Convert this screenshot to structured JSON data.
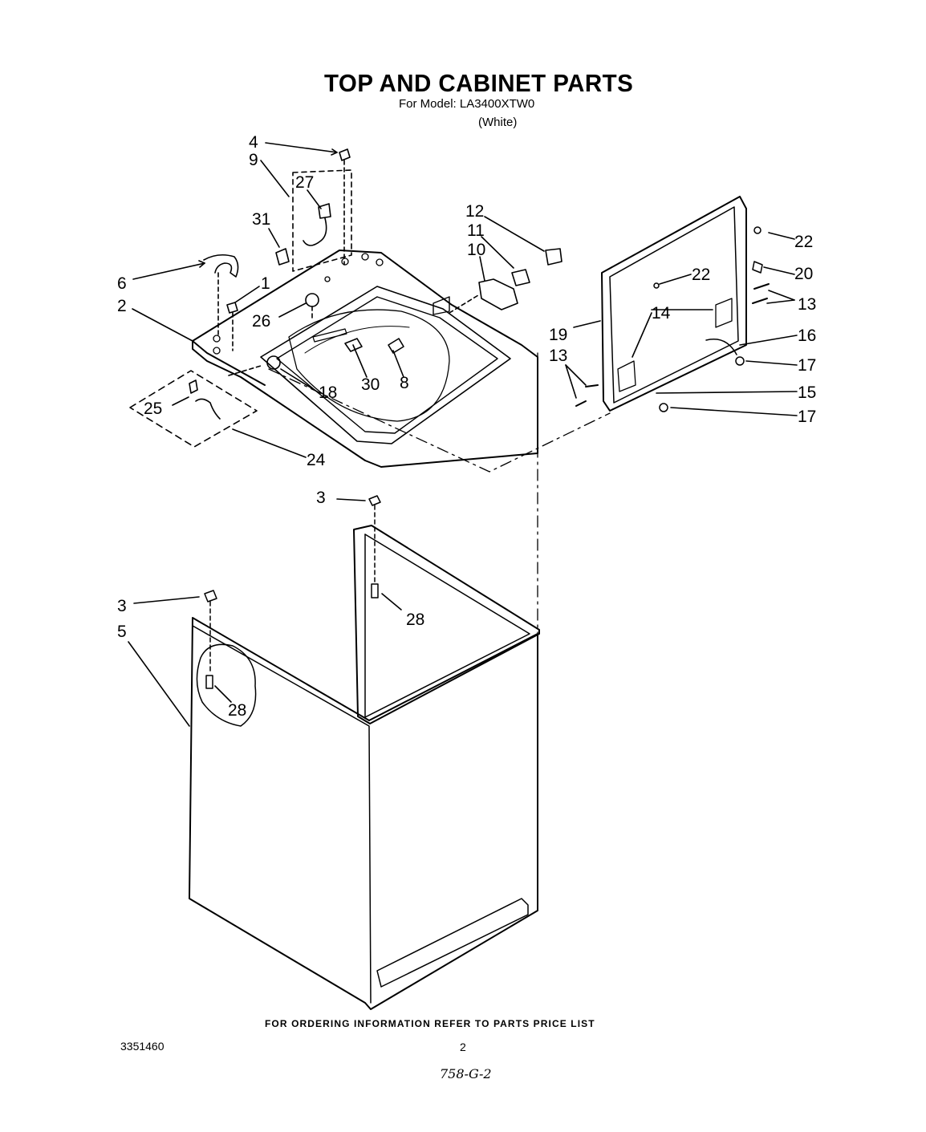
{
  "title": "TOP AND CABINET PARTS",
  "model_line": "For Model: LA3400XTW0",
  "color_line": "(White)",
  "callouts": [
    "4",
    "9",
    "27",
    "31",
    "6",
    "1",
    "2",
    "26",
    "25",
    "18",
    "30",
    "8",
    "24",
    "12",
    "11",
    "10",
    "22",
    "20",
    "13",
    "14",
    "19",
    "16",
    "17",
    "15",
    "3",
    "28",
    "5"
  ],
  "footer_note": "FOR ORDERING INFORMATION REFER TO PARTS PRICE LIST",
  "doc_number": "3351460",
  "page_number": "2",
  "handwritten_note": "758-G-2"
}
